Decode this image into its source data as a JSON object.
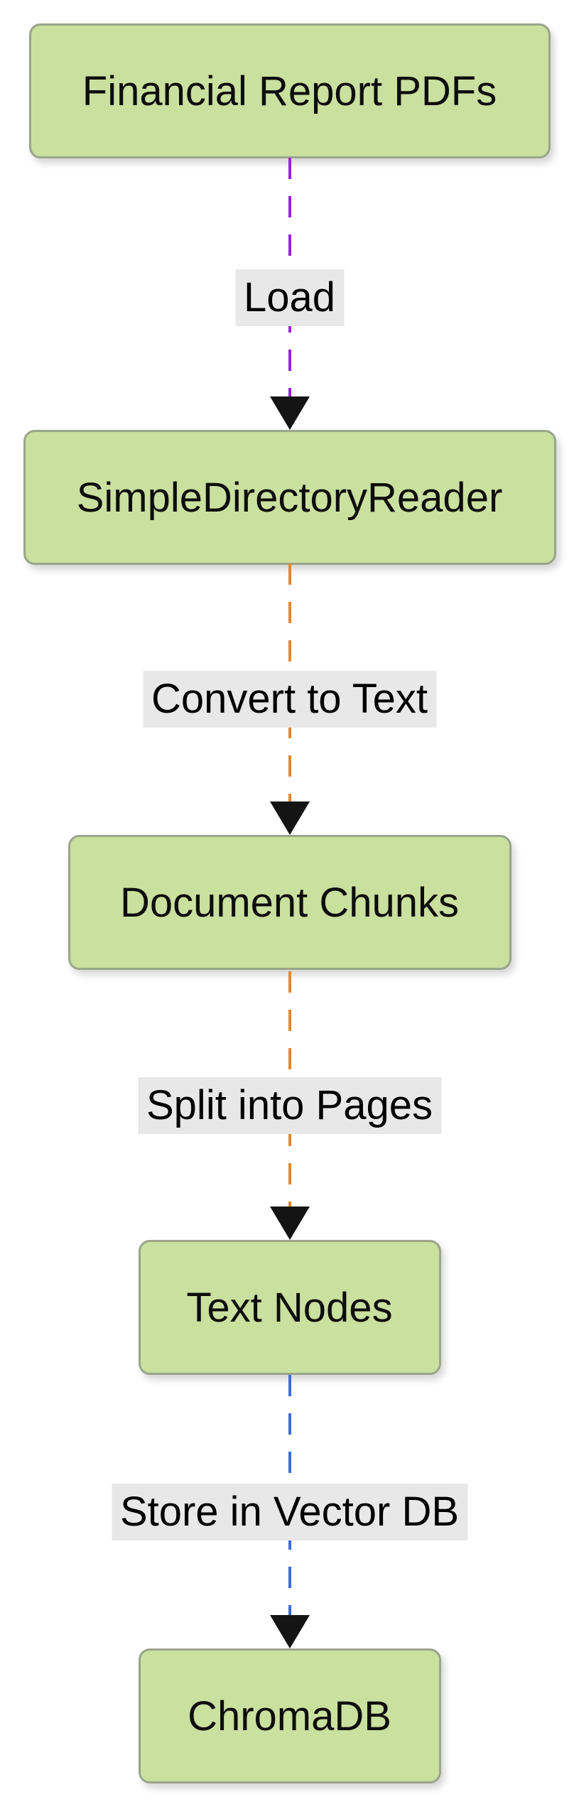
{
  "diagram": {
    "type": "flowchart",
    "direction": "top-down",
    "background": "#ffffff",
    "node_fill": "#c9e09f",
    "node_stroke": "#9aa58b",
    "node_text_color": "#0d0d0d",
    "edge_label_bg": "#e8e8e8",
    "edge_label_text_color": "#000000",
    "arrowhead_color": "#141414",
    "nodes": [
      {
        "label": "Financial Report PDFs"
      },
      {
        "label": "SimpleDirectoryReader"
      },
      {
        "label": "Document Chunks"
      },
      {
        "label": "Text Nodes"
      },
      {
        "label": "ChromaDB"
      }
    ],
    "edges": [
      {
        "from": "Financial Report PDFs",
        "to": "SimpleDirectoryReader",
        "label": "Load",
        "color": "#9b1ee6",
        "style": "dashed"
      },
      {
        "from": "SimpleDirectoryReader",
        "to": "Document Chunks",
        "label": "Convert to Text",
        "color": "#e8872b",
        "style": "dashed"
      },
      {
        "from": "Document Chunks",
        "to": "Text Nodes",
        "label": "Split into Pages",
        "color": "#e8872b",
        "style": "dashed"
      },
      {
        "from": "Text Nodes",
        "to": "ChromaDB",
        "label": "Store in Vector DB",
        "color": "#3b6cdf",
        "style": "dashed"
      }
    ]
  }
}
